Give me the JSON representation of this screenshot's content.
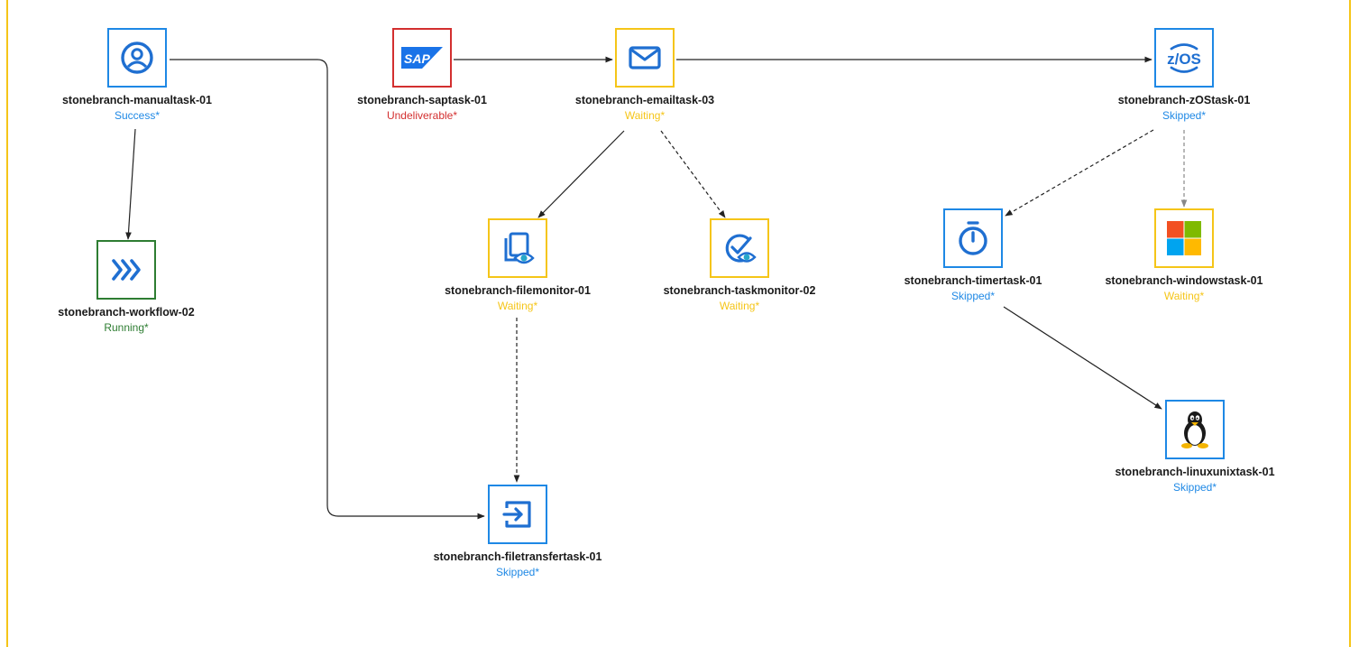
{
  "colors": {
    "frame": "#f5c518",
    "success": "#1e88e5",
    "skipped": "#1e88e5",
    "waiting": "#f5c518",
    "running": "#2e7d32",
    "undeliverable": "#d32f2f",
    "edge": "#222222",
    "edge_optional": "#888888",
    "icon_blue": "#1f6fd1"
  },
  "nodes": {
    "manualtask": {
      "name": "stonebranch-manualtask-01",
      "status": "Success*",
      "state": "success",
      "icon": "user-circle-icon"
    },
    "workflow": {
      "name": "stonebranch-workflow-02",
      "status": "Running*",
      "state": "running",
      "icon": "workflow-chevrons-icon"
    },
    "saptask": {
      "name": "stonebranch-saptask-01",
      "status": "Undeliverable*",
      "state": "undeliverable",
      "icon": "sap-logo-icon",
      "logo_text": "SAP"
    },
    "emailtask": {
      "name": "stonebranch-emailtask-03",
      "status": "Waiting*",
      "state": "waiting",
      "icon": "mail-icon"
    },
    "filemonitor": {
      "name": "stonebranch-filemonitor-01",
      "status": "Waiting*",
      "state": "waiting",
      "icon": "file-monitor-icon"
    },
    "taskmonitor": {
      "name": "stonebranch-taskmonitor-02",
      "status": "Waiting*",
      "state": "waiting",
      "icon": "task-monitor-icon"
    },
    "filetransfer": {
      "name": "stonebranch-filetransfertask-01",
      "status": "Skipped*",
      "state": "skipped",
      "icon": "file-transfer-icon"
    },
    "zostask": {
      "name": "stonebranch-zOStask-01",
      "status": "Skipped*",
      "state": "skipped",
      "icon": "zos-icon",
      "logo_text": "z/OS"
    },
    "timertask": {
      "name": "stonebranch-timertask-01",
      "status": "Skipped*",
      "state": "skipped",
      "icon": "timer-icon"
    },
    "windowstask": {
      "name": "stonebranch-windowstask-01",
      "status": "Waiting*",
      "state": "waiting",
      "icon": "windows-logo-icon"
    },
    "linuxtask": {
      "name": "stonebranch-linuxunixtask-01",
      "status": "Skipped*",
      "state": "skipped",
      "icon": "linux-tux-icon"
    }
  },
  "edges": [
    {
      "from": "manualtask",
      "to": "workflow",
      "style": "solid"
    },
    {
      "from": "manualtask",
      "to": "filetransfer",
      "style": "solid"
    },
    {
      "from": "saptask",
      "to": "emailtask",
      "style": "solid"
    },
    {
      "from": "emailtask",
      "to": "zostask",
      "style": "solid"
    },
    {
      "from": "emailtask",
      "to": "filemonitor",
      "style": "solid"
    },
    {
      "from": "emailtask",
      "to": "taskmonitor",
      "style": "dashed"
    },
    {
      "from": "filemonitor",
      "to": "filetransfer",
      "style": "dashed"
    },
    {
      "from": "zostask",
      "to": "timertask",
      "style": "dashed"
    },
    {
      "from": "zostask",
      "to": "windowstask",
      "style": "dashed"
    },
    {
      "from": "timertask",
      "to": "linuxtask",
      "style": "solid"
    }
  ]
}
